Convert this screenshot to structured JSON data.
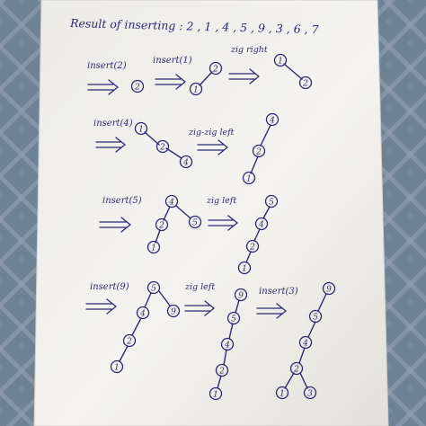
{
  "image": {
    "title": "Result of inserting : 2 , 1 , 4 , 5 , 9 , 3 , 6 , 7",
    "steps": [
      {
        "label": "insert(2)"
      },
      {
        "label": "insert(1)"
      },
      {
        "label": "zig right"
      },
      {
        "label": "insert(4)"
      },
      {
        "label": "zig-zig left"
      },
      {
        "label": "insert(5)"
      },
      {
        "label": "zig left"
      },
      {
        "label": "insert(9)"
      },
      {
        "label": "zig left"
      },
      {
        "label": "insert(3)"
      }
    ],
    "colors": {
      "ink": "#2b2a74",
      "paper": "#f1efe9",
      "background_fabric": "#7d8fa3"
    }
  }
}
